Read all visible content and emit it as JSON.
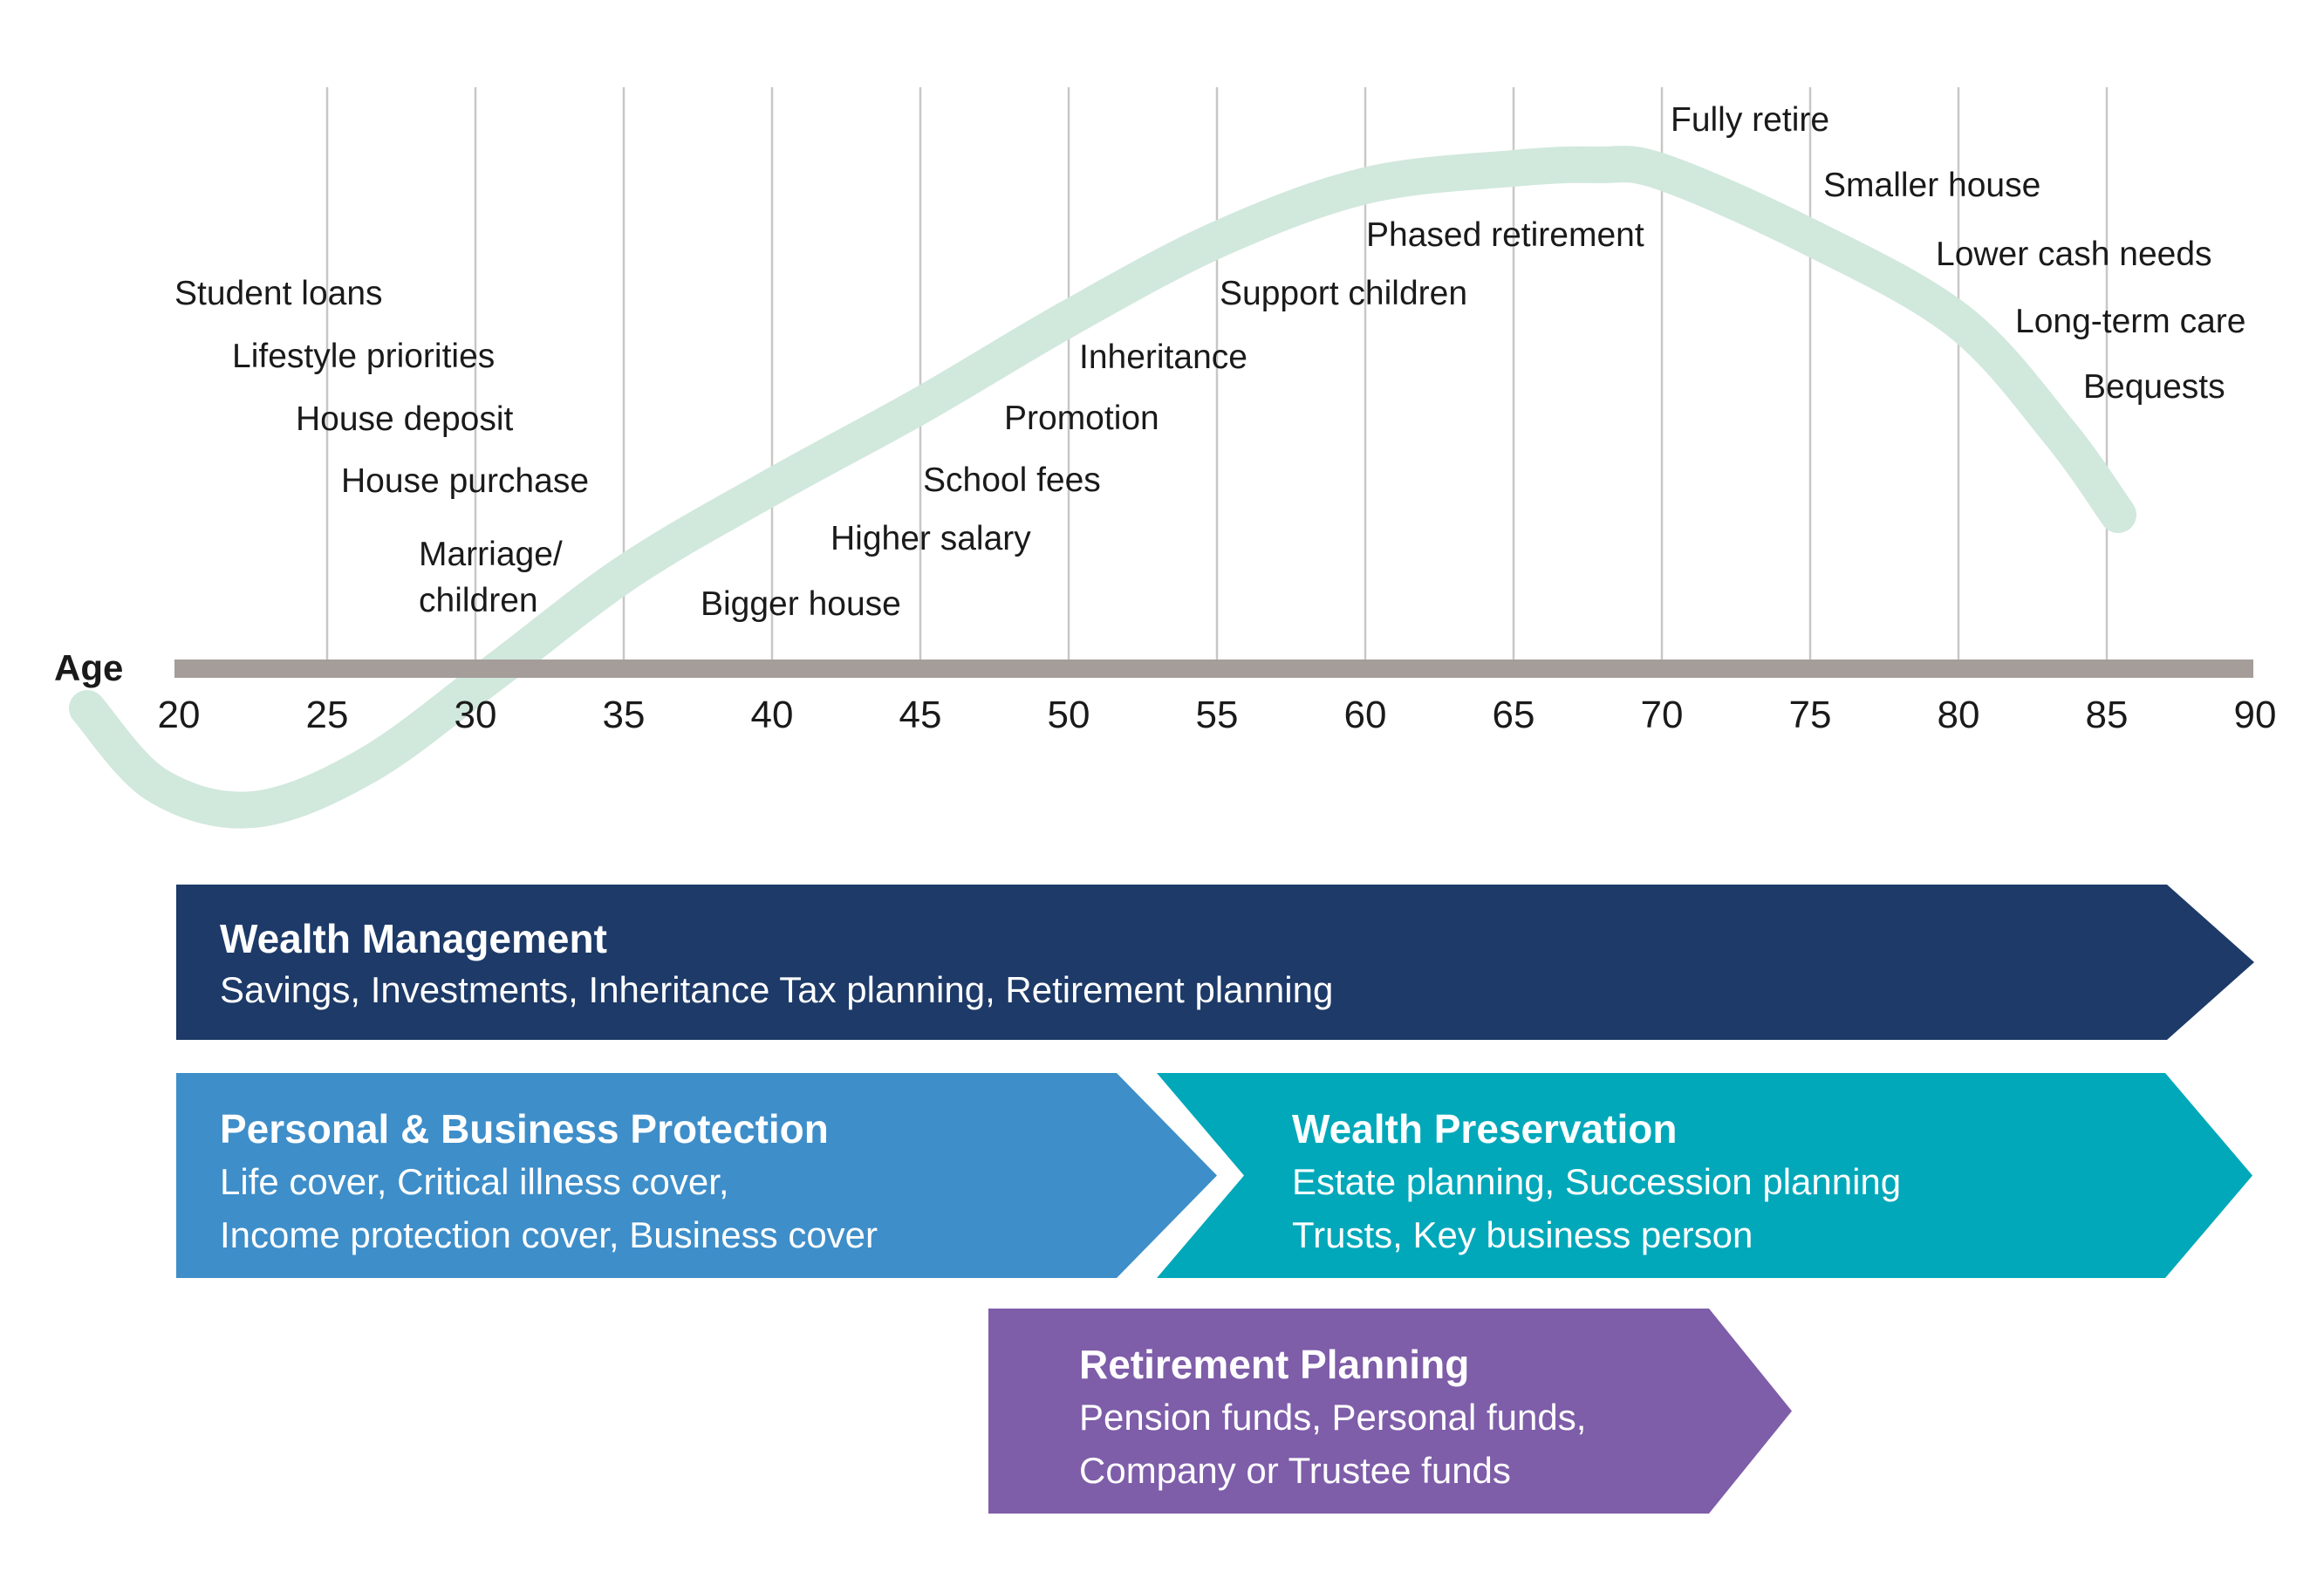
{
  "axis": {
    "label": "Age",
    "ticks": [
      "20",
      "25",
      "30",
      "35",
      "40",
      "45",
      "50",
      "55",
      "60",
      "65",
      "70",
      "75",
      "80",
      "85",
      "90"
    ],
    "gridline_ages": [
      25,
      30,
      35,
      40,
      45,
      50,
      55,
      60,
      65,
      70,
      75,
      80,
      85
    ]
  },
  "events": [
    {
      "label": "Student loans"
    },
    {
      "label": "Lifestyle priorities"
    },
    {
      "label": "House deposit"
    },
    {
      "label": "House purchase"
    },
    {
      "label": "Marriage/\nchildren"
    },
    {
      "label": "Bigger house"
    },
    {
      "label": "Higher salary"
    },
    {
      "label": "School fees"
    },
    {
      "label": "Promotion"
    },
    {
      "label": "Inheritance"
    },
    {
      "label": "Support children"
    },
    {
      "label": "Phased retirement"
    },
    {
      "label": "Fully retire"
    },
    {
      "label": "Smaller house"
    },
    {
      "label": "Lower cash needs"
    },
    {
      "label": "Long-term care"
    },
    {
      "label": "Bequests"
    }
  ],
  "curve": {
    "color": "#d1e8dd",
    "stroke_width": 42,
    "points": [
      [
        100,
        812
      ],
      [
        180,
        900
      ],
      [
        290,
        928
      ],
      [
        420,
        878
      ],
      [
        565,
        772
      ],
      [
        720,
        655
      ],
      [
        885,
        558
      ],
      [
        1055,
        465
      ],
      [
        1225,
        365
      ],
      [
        1395,
        275
      ],
      [
        1565,
        213
      ],
      [
        1735,
        193
      ],
      [
        1830,
        189
      ],
      [
        1905,
        197
      ],
      [
        2075,
        272
      ],
      [
        2245,
        368
      ],
      [
        2360,
        495
      ],
      [
        2428,
        590
      ]
    ]
  },
  "bands": [
    {
      "title": "Wealth Management",
      "lines": [
        "Savings, Investments, Inheritance Tax planning, Retirement planning"
      ],
      "color": "#1d3a68"
    },
    {
      "title": "Personal & Business Protection",
      "lines": [
        "Life cover, Critical illness cover,",
        "Income protection cover, Business cover"
      ],
      "color": "#3e8ec9"
    },
    {
      "title": "Wealth Preservation",
      "lines": [
        "Estate planning, Succession planning",
        "Trusts, Key business person"
      ],
      "color": "#00a8ba"
    },
    {
      "title": "Retirement Planning",
      "lines": [
        "Pension funds, Personal funds,",
        "Company or Trustee funds"
      ],
      "color": "#7e5da9"
    }
  ],
  "colors": {
    "axis_bar": "#a59d99",
    "gridline": "#c9c7c6",
    "text": "#1a1a1a",
    "band_text": "#ffffff",
    "background": "#ffffff"
  }
}
